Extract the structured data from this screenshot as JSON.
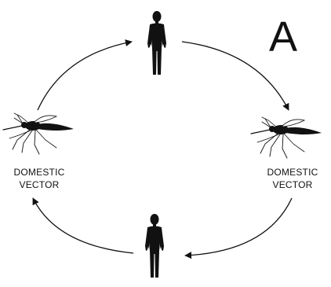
{
  "panel": {
    "letter": "A"
  },
  "nodes": {
    "top": {
      "icon": "human-icon"
    },
    "right": {
      "icon": "mosquito-icon",
      "label_line1": "DOMESTIC",
      "label_line2": "VECTOR"
    },
    "bottom": {
      "icon": "human-icon"
    },
    "left": {
      "icon": "mosquito-icon",
      "label_line1": "DOMESTIC",
      "label_line2": "VECTOR"
    }
  },
  "cycle_direction": "clockwise",
  "colors": {
    "ink": "#111111",
    "background": "#ffffff"
  }
}
